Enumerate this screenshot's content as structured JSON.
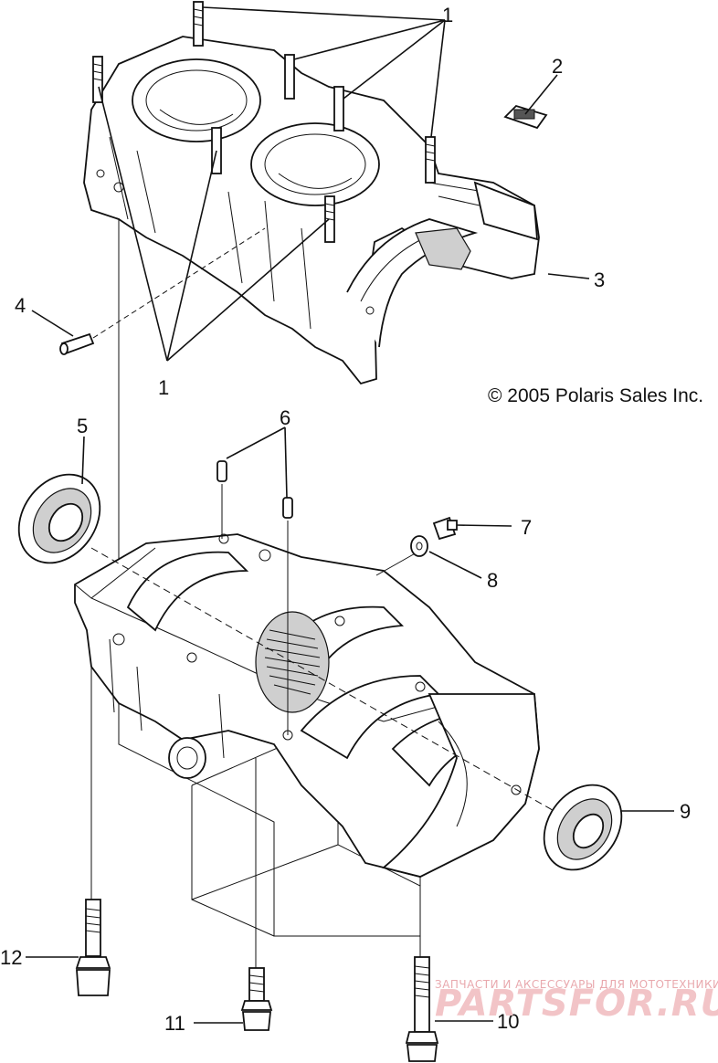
{
  "copyright": "© 2005 Polaris Sales Inc.",
  "callouts": [
    {
      "id": "1a",
      "text": "1"
    },
    {
      "id": "1b",
      "text": "1"
    },
    {
      "id": "2",
      "text": "2"
    },
    {
      "id": "3",
      "text": "3"
    },
    {
      "id": "4",
      "text": "4"
    },
    {
      "id": "5",
      "text": "5"
    },
    {
      "id": "6",
      "text": "6"
    },
    {
      "id": "7",
      "text": "7"
    },
    {
      "id": "8",
      "text": "8"
    },
    {
      "id": "9",
      "text": "9"
    },
    {
      "id": "10",
      "text": "10"
    },
    {
      "id": "11",
      "text": "11"
    },
    {
      "id": "12",
      "text": "12"
    }
  ],
  "watermark": {
    "tagline": "ЗАПЧАСТИ И АКСЕССУАРЫ ДЛЯ МОТОТЕХНИКИ",
    "brand": "PARTSFOR.RU"
  }
}
